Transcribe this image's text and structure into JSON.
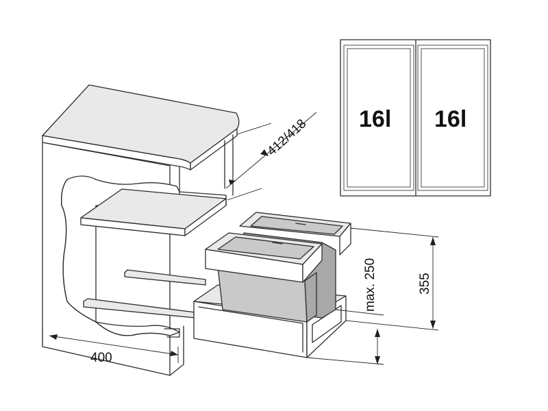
{
  "dimensions": {
    "depth": "412/418",
    "width": "400",
    "height": "355",
    "max_height": "max. 250"
  },
  "bins": [
    {
      "volume": "16l"
    },
    {
      "volume": "16l"
    }
  ]
}
